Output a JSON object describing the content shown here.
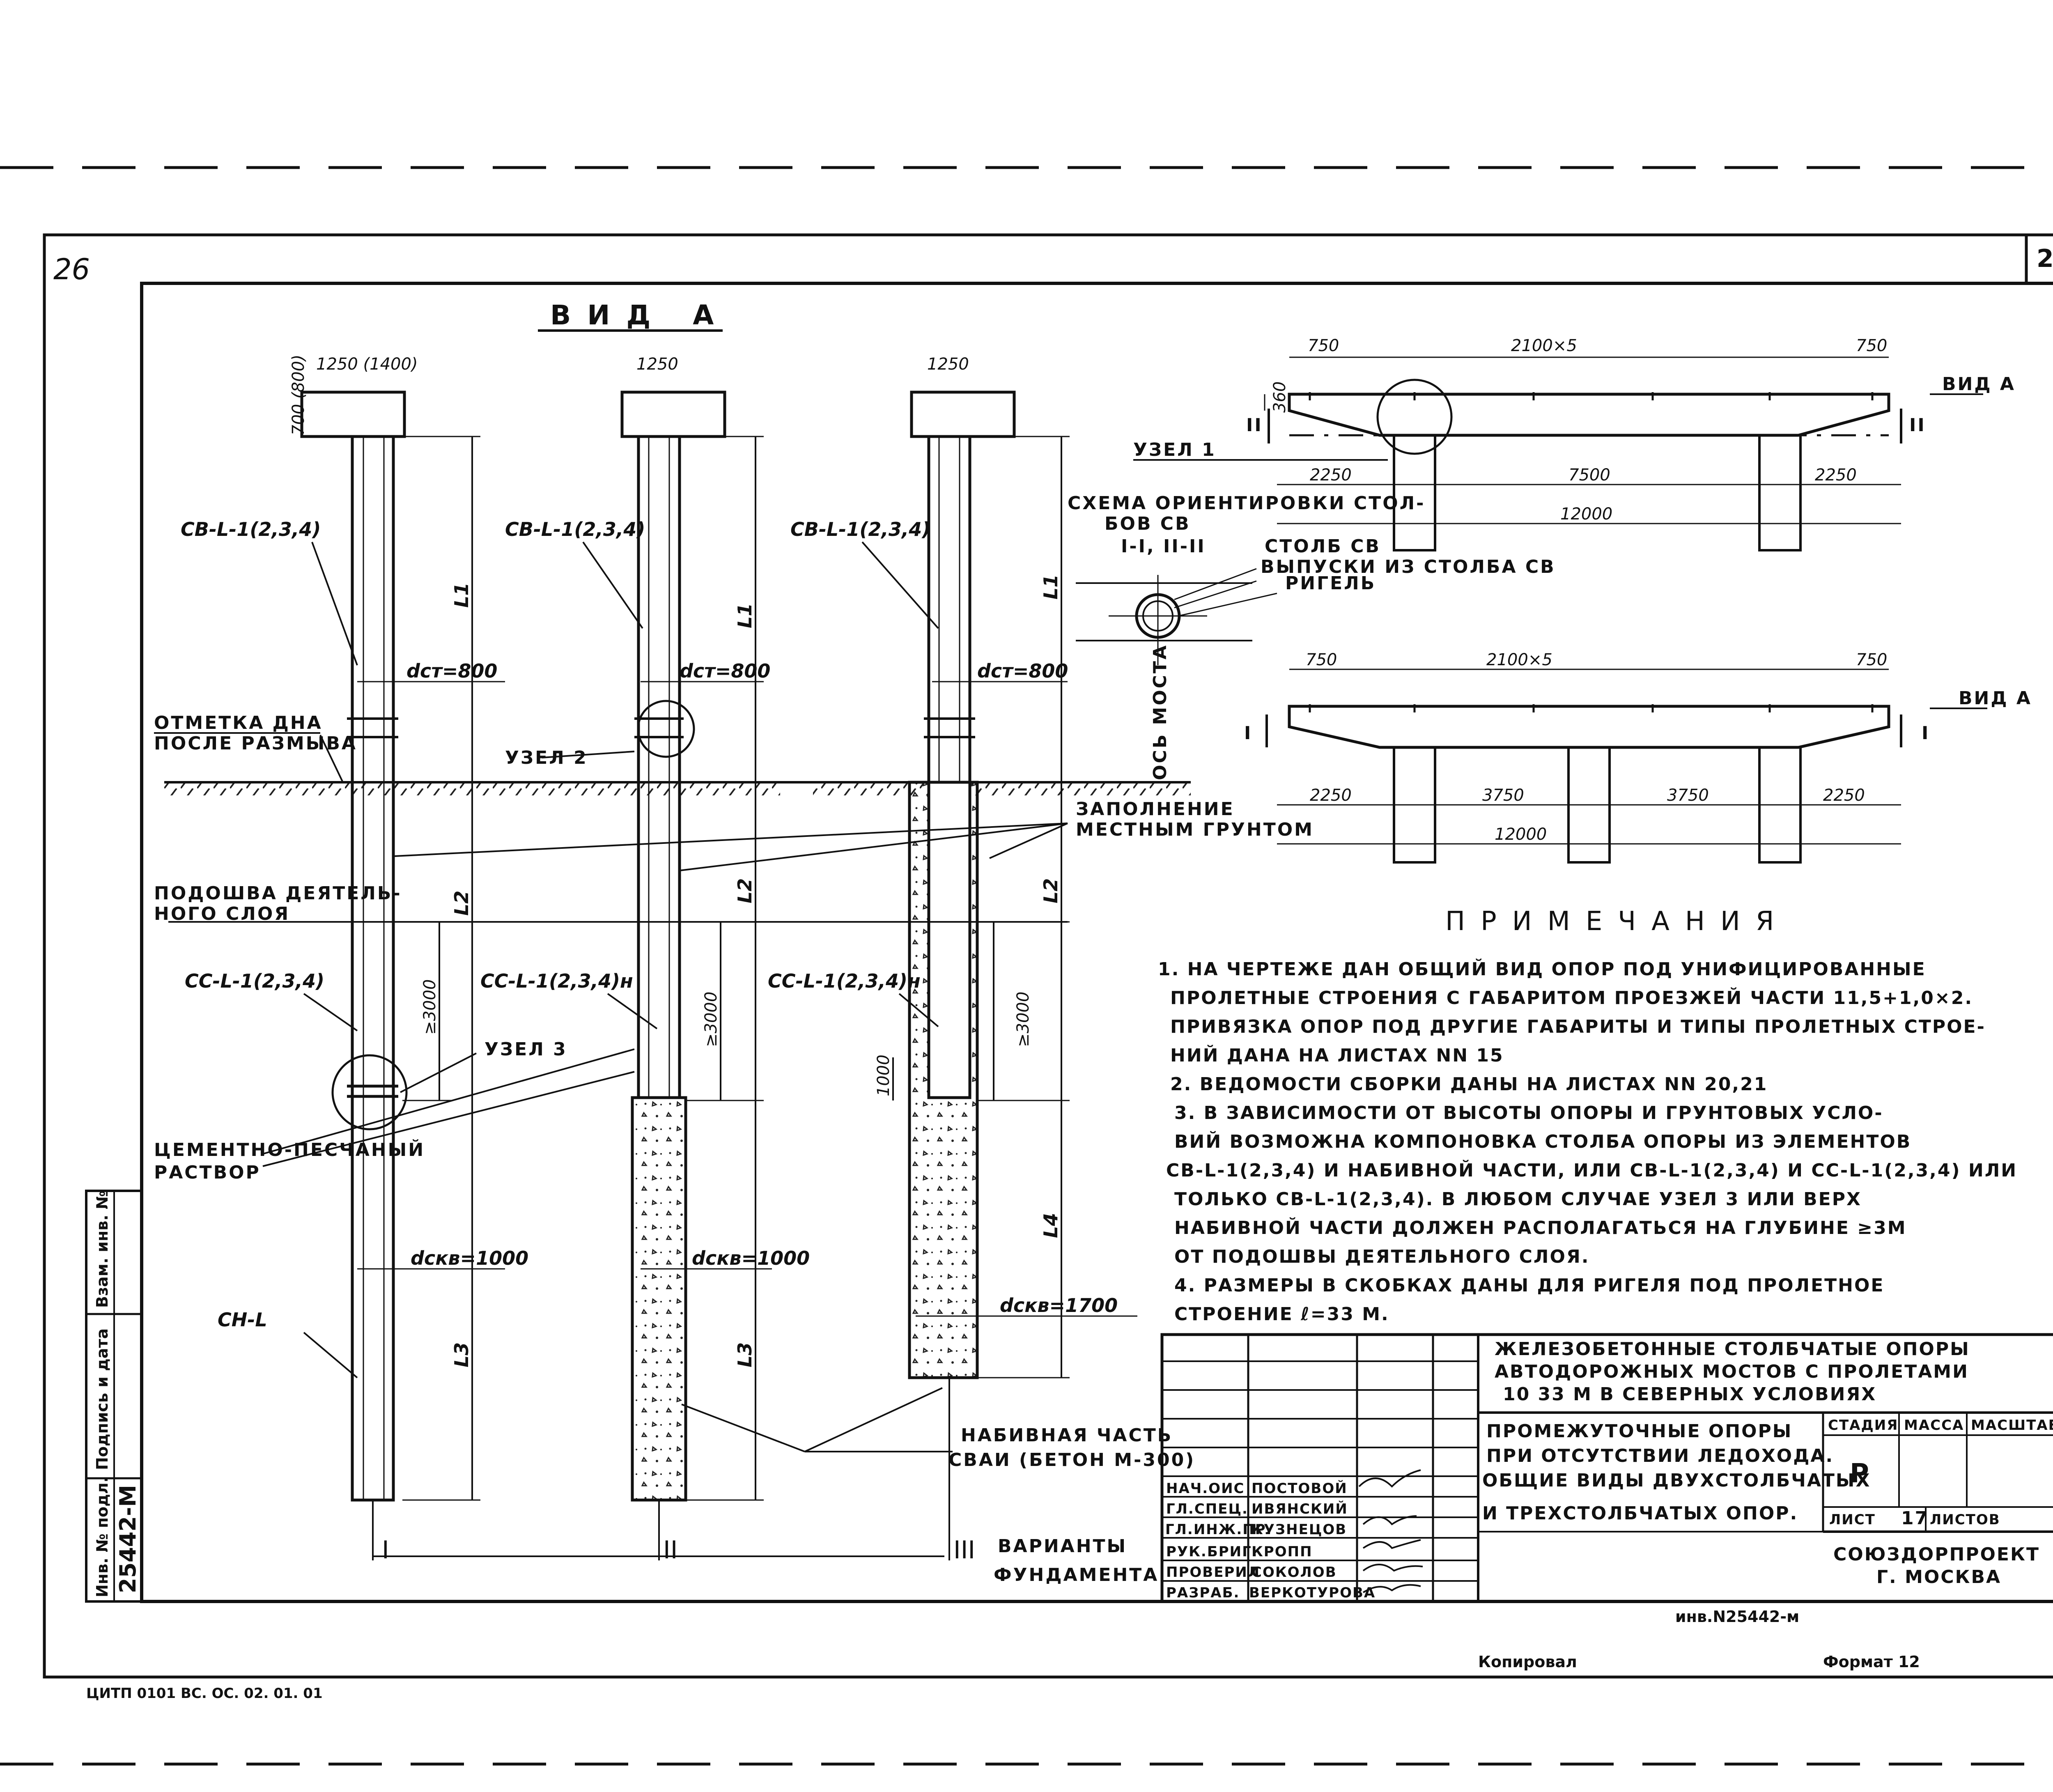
{
  "sheet": {
    "corner_handwritten": "26",
    "sheet_number": "26",
    "view_title": "ВИД А",
    "print_code": "ЦИТП 0101 ВС. ОС. 02. 01. 01",
    "copied": "Копировал",
    "format": "Формат 12",
    "inv_bottom": "инв.N25442-м"
  },
  "columns": [
    {
      "id": "I",
      "label": "I",
      "cap_width": "1250 (1400)",
      "cap_height": "700 (800)",
      "upper": "СВ-L-1(2,3,4)",
      "lower": "СС-L-1(2,3,4)",
      "d_st": "dст=800",
      "d_skv": "dскв=1000",
      "bottom": "СН-L",
      "L1": "L1",
      "L2": "L2",
      "L3": "L3",
      "min3000": "≥3000"
    },
    {
      "id": "II",
      "label": "II",
      "cap_width": "1250",
      "upper": "СВ-L-1(2,3,4)",
      "lower": "СС-L-1(2,3,4)н",
      "d_st": "dст=800",
      "d_skv": "dскв=1000",
      "L1": "L1",
      "L2": "L2",
      "L3": "L3",
      "min3000": "≥3000"
    },
    {
      "id": "III",
      "label": "III",
      "cap_width": "1250",
      "upper": "СВ-L-1(2,3,4)",
      "lower": "СС-L-1(2,3,4)н",
      "d_st": "dст=800",
      "d_skv": "dскв=1700",
      "L1": "L1",
      "L2": "L2",
      "L4": "L4",
      "min3000": "≥3000",
      "d1000": "1000"
    }
  ],
  "callouts": {
    "bed_mark_1": "ОТМЕТКА ДНА",
    "bed_mark_2": "ПОСЛЕ РАЗМЫВА",
    "node2": "УЗЕЛ 2",
    "fill_1": "ЗАПОЛНЕНИЕ",
    "fill_2": "МЕСТНЫМ ГРУНТОМ",
    "active_1": "ПОДОШВА ДЕЯТЕЛЬ-",
    "active_2": "НОГО СЛОЯ",
    "node3": "УЗЕЛ 3",
    "mortar_1": "ЦЕМЕНТНО-ПЕСЧАНЫЙ",
    "mortar_2": "РАСТВОР",
    "cast_1": "НАБИВНАЯ ЧАСТЬ",
    "cast_2": "СВАИ (БЕТОН М-300)",
    "variants_1": "ВАРИАНТЫ",
    "variants_2": "ФУНДАМЕНТА"
  },
  "plan": {
    "top": {
      "d_750a": "750",
      "d_mid": "2100×5",
      "d_750b": "750",
      "d_360": "360",
      "d_2250a": "2250",
      "d_7500": "7500",
      "d_2250b": "2250",
      "d_12000": "12000",
      "view": "ВИД А",
      "sec": "II",
      "node1": "УЗЕЛ 1"
    },
    "bottom": {
      "d_750a": "750",
      "d_mid": "2100×5",
      "d_750b": "750",
      "d_2250a": "2250",
      "d_3750a": "3750",
      "d_3750b": "3750",
      "d_2250b": "2250",
      "d_12000": "12000",
      "view": "ВИД А",
      "sec": "I"
    },
    "orient_1": "СХЕМА ОРИЕНТИРОВКИ СТОЛ-",
    "orient_2": "БОВ СВ",
    "orient_3": "I-I, II-II",
    "col_sv": "СТОЛБ СВ",
    "outlets": "ВЫПУСКИ ИЗ СТОЛБА СВ",
    "rigel": "РИГЕЛЬ",
    "bridge_axis": "ОСЬ МОСТА"
  },
  "notes": {
    "title": "ПРИМЕЧАНИЯ",
    "lines": [
      "1. НА ЧЕРТЕЖЕ ДАН ОБЩИЙ ВИД ОПОР ПОД УНИФИЦИРОВАННЫЕ",
      "ПРОЛЕТНЫЕ СТРОЕНИЯ С ГАБАРИТОМ ПРОЕЗЖЕЙ ЧАСТИ 11,5+1,0×2.",
      "ПРИВЯЗКА ОПОР ПОД ДРУГИЕ ГАБАРИТЫ И ТИПЫ ПРОЛЕТНЫХ СТРОЕ-",
      "НИЙ ДАНА НА ЛИСТАХ NN 15",
      "2. ВЕДОМОСТИ СБОРКИ ДАНЫ НА ЛИСТАХ NN 20,21",
      "3. В ЗАВИСИМОСТИ ОТ ВЫСОТЫ ОПОРЫ И ГРУНТОВЫХ УСЛО-",
      "ВИЙ ВОЗМОЖНА КОМПОНОВКА СТОЛБА ОПОРЫ ИЗ ЭЛЕМЕНТОВ",
      "СВ-L-1(2,3,4) И НАБИВНОЙ ЧАСТИ, ИЛИ СВ-L-1(2,3,4) И СС-L-1(2,3,4) ИЛИ",
      "ТОЛЬКО СВ-L-1(2,3,4). В ЛЮБОМ СЛУЧАЕ УЗЕЛ 3 ИЛИ ВЕРХ",
      "НАБИВНОЙ ЧАСТИ ДОЛЖЕН РАСПОЛАГАТЬСЯ НА ГЛУБИНЕ ≥3М",
      "ОТ ПОДОШВЫ ДЕЯТЕЛЬНОГО СЛОЯ.",
      "4. РАЗМЕРЫ В СКОБКАХ ДАНЫ ДЛЯ РИГЕЛЯ ПОД ПРОЛЕТНОЕ",
      "СТРОЕНИЕ ℓ=33 М."
    ]
  },
  "title_block": {
    "project_1": "ЖЕЛЕЗОБЕТОННЫЕ СТОЛБЧАТЫЕ ОПОРЫ",
    "project_2": "АВТОДОРОЖНЫХ МОСТОВ С ПРОЛЕТАМИ",
    "project_3": "10 33 М В СЕВЕРНЫХ УСЛОВИЯХ",
    "sheet_1": "ПРОМЕЖУТОЧНЫЕ ОПОРЫ",
    "sheet_2": "ПРИ ОТСУТСТВИИ ЛЕДОХОДА.",
    "sheet_3": "ОБЩИЕ ВИДЫ ДВУХСТОЛБЧАТЫХ",
    "sheet_4": "И ТРЕХСТОЛБЧАТЫХ ОПОР.",
    "stage_h": "СТАДИЯ",
    "mass_h": "МАССА",
    "scale_h": "МАСШТАБ",
    "stage": "Р",
    "sheet_h": "ЛИСТ",
    "sheet_no": "17",
    "sheets_h": "ЛИСТОВ",
    "org_1": "СОЮЗДОРПРОЕКТ",
    "org_2": "Г. МОСКВА",
    "roles": [
      {
        "role": "НАЧ.ОИС",
        "name": "ПОСТОВОЙ"
      },
      {
        "role": "ГЛ.СПЕЦ.",
        "name": "ИВЯНСКИЙ"
      },
      {
        "role": "ГЛ.ИНЖ.ПР.",
        "name": "КУЗНЕЦОВ"
      },
      {
        "role": "РУК.БРИГ.",
        "name": "КРОПП"
      },
      {
        "role": "ПРОВЕРИЛ",
        "name": "СОКОЛОВ"
      },
      {
        "role": "РАЗРАБ.",
        "name": "ВЕРКОТУРОВА"
      }
    ]
  },
  "side_stamp": {
    "inv_orig": "Инв. № подл.",
    "sign_date": "Подпись и дата",
    "inv_replace": "Взам. инв. №",
    "inv_value": "25442-М"
  }
}
